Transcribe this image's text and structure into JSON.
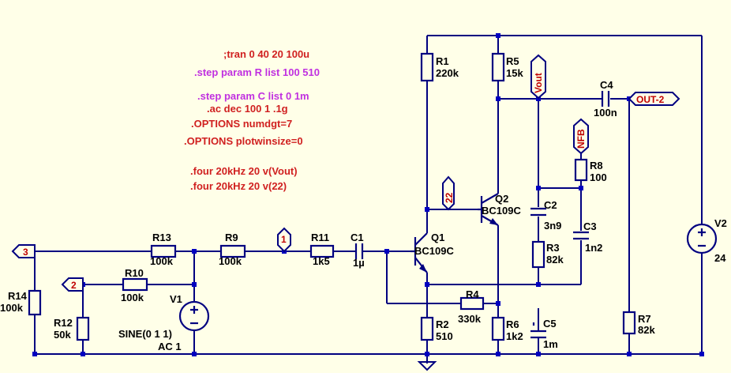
{
  "directives": [
    {
      "text": ";tran 0 40 20 100u",
      "color": "#d02020"
    },
    {
      "text": ".step param R list 100 510",
      "color": "#c030e0"
    },
    {
      "text": ".step param C list 0 1m",
      "color": "#c030e0"
    },
    {
      "text": ".ac dec 100 1 .1g",
      "color": "#d02020"
    },
    {
      "text": ".OPTIONS numdgt=7",
      "color": "#d02020"
    },
    {
      "text": ".OPTIONS plotwinsize=0",
      "color": "#d02020"
    },
    {
      "text": ".four 20kHz 20 v(Vout)",
      "color": "#d02020"
    },
    {
      "text": ".four 20kHz 20 v(22)",
      "color": "#d02020"
    }
  ],
  "components": {
    "R1": {
      "name": "R1",
      "value": "220k"
    },
    "R2": {
      "name": "R2",
      "value": "510"
    },
    "R3": {
      "name": "R3",
      "value": "82k"
    },
    "R4": {
      "name": "R4",
      "value": "330k"
    },
    "R5": {
      "name": "R5",
      "value": "15k"
    },
    "R6": {
      "name": "R6",
      "value": "1k2"
    },
    "R7": {
      "name": "R7",
      "value": "82k"
    },
    "R8": {
      "name": "R8",
      "value": "100"
    },
    "R9": {
      "name": "R9",
      "value": "100k"
    },
    "R10": {
      "name": "R10",
      "value": "100k"
    },
    "R11": {
      "name": "R11",
      "value": "1k5"
    },
    "R12": {
      "name": "R12",
      "value": "50k"
    },
    "R13": {
      "name": "R13",
      "value": "100k"
    },
    "R14": {
      "name": "R14",
      "value": "100k"
    },
    "C1": {
      "name": "C1",
      "value": "1µ"
    },
    "C2": {
      "name": "C2",
      "value": "3n9"
    },
    "C3": {
      "name": "C3",
      "value": "1n2"
    },
    "C4": {
      "name": "C4",
      "value": "100n"
    },
    "C5": {
      "name": "C5",
      "value": "1m"
    },
    "Q1": {
      "name": "Q1",
      "value": "BC109C"
    },
    "Q2": {
      "name": "Q2",
      "value": "BC109C"
    },
    "V1": {
      "name": "V1",
      "value": "SINE(0 1 1)",
      "value2": "AC 1"
    },
    "V2": {
      "name": "V2",
      "value": "24"
    }
  },
  "net_labels": {
    "n3": "3",
    "n2": "2",
    "n1": "1",
    "n22": "22",
    "vout": "Vout",
    "nfb": "NFB",
    "out2": "OUT-2"
  },
  "colors": {
    "background": "#ffffe8",
    "wire": "#000080",
    "junction": "#0000c0",
    "directive": "#d02020",
    "step_directive": "#c030e0",
    "net_label_text": "#c00000"
  }
}
